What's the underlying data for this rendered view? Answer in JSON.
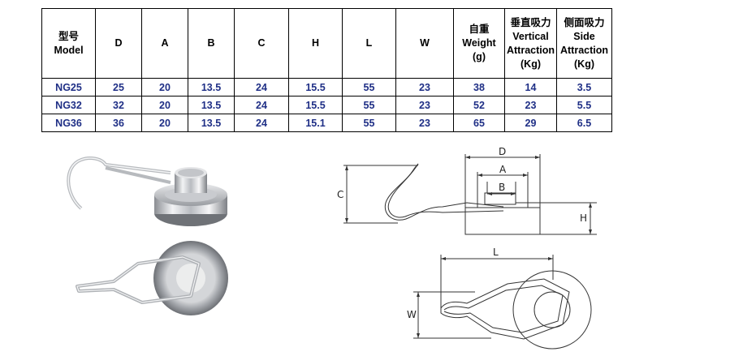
{
  "table": {
    "headers": [
      {
        "lines": [
          "型号",
          "Model"
        ]
      },
      {
        "lines": [
          "D"
        ]
      },
      {
        "lines": [
          "A"
        ]
      },
      {
        "lines": [
          "B"
        ]
      },
      {
        "lines": [
          "C"
        ]
      },
      {
        "lines": [
          "H"
        ]
      },
      {
        "lines": [
          "L"
        ]
      },
      {
        "lines": [
          "W"
        ]
      },
      {
        "lines": [
          "自重",
          "Weight",
          "(g)"
        ]
      },
      {
        "lines": [
          "垂直吸力",
          "Vertical",
          "Attraction",
          "(Kg)"
        ]
      },
      {
        "lines": [
          "侧面吸力",
          "Side",
          "Attraction",
          "(Kg)"
        ]
      }
    ],
    "rows": [
      [
        "NG25",
        "25",
        "20",
        "13.5",
        "24",
        "15.5",
        "55",
        "23",
        "38",
        "14",
        "3.5"
      ],
      [
        "NG32",
        "32",
        "20",
        "13.5",
        "24",
        "15.5",
        "55",
        "23",
        "52",
        "23",
        "5.5"
      ],
      [
        "NG36",
        "36",
        "20",
        "13.5",
        "24",
        "15.1",
        "55",
        "23",
        "65",
        "29",
        "6.5"
      ]
    ]
  },
  "drawing_labels": {
    "d": "D",
    "a": "A",
    "b": "B",
    "c": "C",
    "h": "H",
    "l": "L",
    "w": "W"
  }
}
